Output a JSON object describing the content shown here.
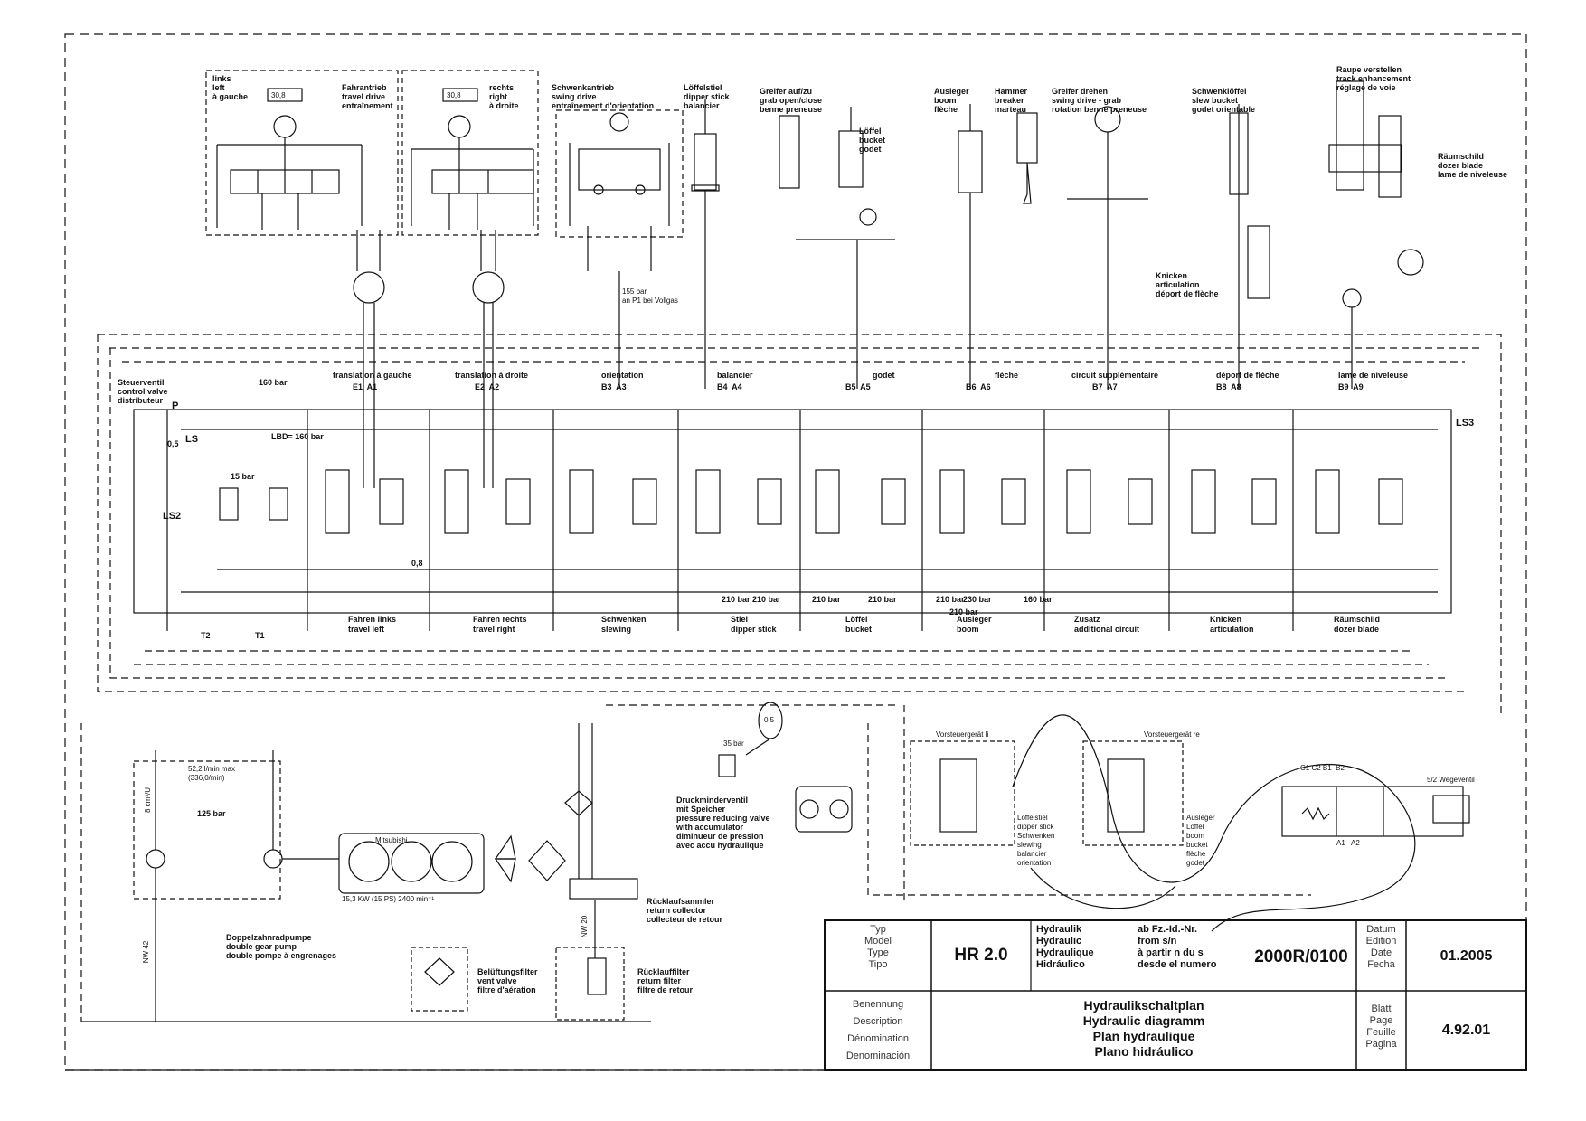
{
  "top_labels": [
    {
      "lines": [
        "links",
        "left",
        "à gauche"
      ]
    },
    {
      "lines": [
        "Fahrantrieb",
        "travel drive",
        "entraînement"
      ]
    },
    {
      "lines": [
        "rechts",
        "right",
        "à droite"
      ]
    },
    {
      "lines": [
        "Schwenkantrieb",
        "swing drive",
        "entraînement d'orientation"
      ]
    },
    {
      "lines": [
        "Löffelstiel",
        "dipper stick",
        "balancier"
      ]
    },
    {
      "lines": [
        "Greifer auf/zu",
        "grab open/close",
        "benne preneuse"
      ]
    },
    {
      "lines": [
        "Löffel",
        "bucket",
        "godet"
      ]
    },
    {
      "lines": [
        "Ausleger",
        "boom",
        "flèche"
      ]
    },
    {
      "lines": [
        "Hammer",
        "breaker",
        "marteau"
      ]
    },
    {
      "lines": [
        "Greifer drehen",
        "swing drive - grab",
        "rotation benne preneuse"
      ]
    },
    {
      "lines": [
        "Schwenklöffel",
        "slew bucket",
        "godet orientable"
      ]
    },
    {
      "lines": [
        "Raupe verstellen",
        "track enhancement",
        "réglage de voie"
      ]
    },
    {
      "lines": [
        "Räumschild",
        "dozer blade",
        "lame de niveleuse"
      ]
    },
    {
      "lines": [
        "Knicken",
        "articulation",
        "déport de flèche"
      ]
    }
  ],
  "motor_ratings": [
    "30,8",
    "30,8"
  ],
  "pressure_note": [
    "155 bar",
    "an P1 bei Vollgas"
  ],
  "control_valve_label": [
    "Steuerventil",
    "control valve",
    "distributeur"
  ],
  "main_pressure": "160 bar",
  "section_headers": [
    {
      "text": "translation à gauche",
      "ports": "E1  A1"
    },
    {
      "text": "translation à droite",
      "ports": "E2  A2"
    },
    {
      "text": "orientation",
      "ports": "B3  A3"
    },
    {
      "text": "balancier",
      "ports": "B4  A4"
    },
    {
      "text": "godet",
      "ports": "B5  A5"
    },
    {
      "text": "flèche",
      "ports": "B6  A6"
    },
    {
      "text": "circuit supplémentaire",
      "ports": "B7  A7"
    },
    {
      "text": "déport de flèche",
      "ports": "B8  A8"
    },
    {
      "text": "lame de niveleuse",
      "ports": "B9  A9"
    }
  ],
  "port_marks": {
    "P": "P",
    "LS": "LS",
    "LS2": "LS2",
    "LS3": "LS3",
    "T2": "T2",
    "T1": "T1",
    "lsv": "0,5",
    "press1": "15 bar",
    "press2": "LBD= 160 bar",
    "orifice": "0,8"
  },
  "relief_values": [
    "210 bar",
    "210 bar",
    "210 bar",
    "210 bar",
    "210 bar",
    "210 bar",
    "230 bar",
    "160 bar"
  ],
  "section_bottom": [
    {
      "de": "Fahren links",
      "en": "travel left"
    },
    {
      "de": "Fahren rechts",
      "en": "travel right"
    },
    {
      "de": "Schwenken",
      "en": "slewing"
    },
    {
      "de": "Stiel",
      "en": "dipper stick"
    },
    {
      "de": "Löffel",
      "en": "bucket"
    },
    {
      "de": "Ausleger",
      "en": "boom"
    },
    {
      "de": "Zusatz",
      "en": "additional circuit"
    },
    {
      "de": "Knicken",
      "en": "articulation"
    },
    {
      "de": "Räumschild",
      "en": "dozer blade"
    }
  ],
  "pump_flow": [
    "52,2 l/min max",
    "(336,0/min)"
  ],
  "pump_pressure": "125 bar",
  "pump_disp": "8 cm³/U",
  "engine": {
    "name": "Mitsubishi",
    "rating": "15,3 KW (15 PS) 2400 min⁻¹"
  },
  "pump_label": [
    "Doppelzahnradpumpe",
    "double gear pump",
    "double pompe à engrenages"
  ],
  "accumulator": {
    "pressure": "35 bar",
    "volume": "0,5",
    "label": [
      "Druckminderventil",
      "mit Speicher",
      "pressure reducing valve",
      "with accumulator",
      "diminueur de pression",
      "avec accu hydraulique"
    ]
  },
  "return_collector": [
    "Rücklaufsammler",
    "return collector",
    "collecteur de retour"
  ],
  "vent_filter": [
    "Belüftungsfilter",
    "vent valve",
    "filtre d'aération"
  ],
  "return_filter": [
    "Rücklauffilter",
    "return filter",
    "filtre de retour"
  ],
  "hose_sizes": [
    "NW 42",
    "NW 20"
  ],
  "pilot_left": {
    "title": "Vorsteuergerät li",
    "items": [
      "Löffelstiel",
      "dipper stick",
      "Schwenken",
      "slewing",
      "balancier",
      "orientation"
    ]
  },
  "pilot_right": {
    "title": "Vorsteuergerät re",
    "items": [
      "Ausleger",
      "Löffel",
      "boom",
      "bucket",
      "flèche",
      "godet"
    ]
  },
  "solenoid": {
    "ports_top": "C1 C2 B1  B2",
    "ports_bottom": "A1   A2",
    "label": "5/2 Wegeventil"
  },
  "title_block": {
    "labels_type": [
      "Typ",
      "Model",
      "Type",
      "Tipo"
    ],
    "model": "HR 2.0",
    "hydraulik": [
      "Hydraulik",
      "Hydraulic",
      "Hydraulique",
      "Hidráulico"
    ],
    "from": [
      "ab Fz.-Id.-Nr.",
      "from s/n",
      "à partir n du s",
      "desde el numero"
    ],
    "serial": "2000R/0100",
    "labels_date": [
      "Datum",
      "Edition",
      "Date",
      "Fecha"
    ],
    "date": "01.2005",
    "labels_name": [
      "Benennung",
      "Description",
      "Dénomination",
      "Denominación"
    ],
    "names": [
      "Hydraulikschaltplan",
      "Hydraulic diagramm",
      "Plan hydraulique",
      "Plano hidráulico"
    ],
    "labels_page": [
      "Blatt",
      "Page",
      "Feuille",
      "Pagina"
    ],
    "page": "4.92.01"
  }
}
